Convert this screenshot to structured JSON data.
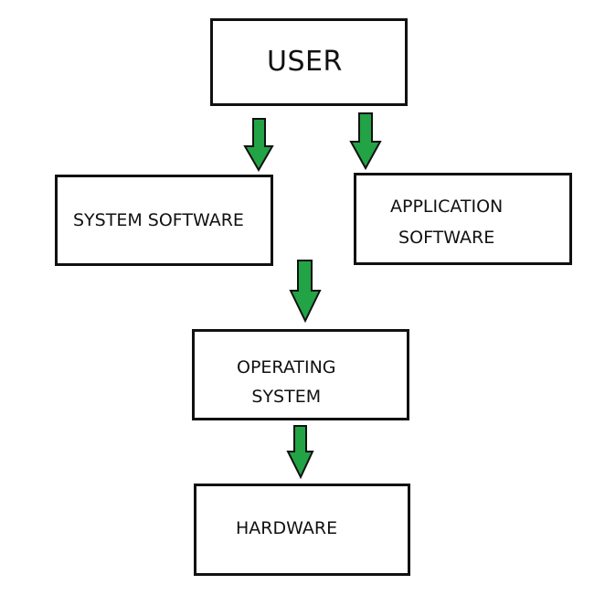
{
  "diagram": {
    "nodes": {
      "user": {
        "label": "USER"
      },
      "system_software": {
        "label": "SYSTEM SOFTWARE"
      },
      "application_software": {
        "lines": [
          "APPLICATION",
          "SOFTWARE"
        ]
      },
      "operating_system": {
        "lines": [
          "OPERATING",
          "SYSTEM"
        ]
      },
      "hardware": {
        "label": "HARDWARE"
      }
    },
    "edges": [
      {
        "from": "USER",
        "to": "SYSTEM SOFTWARE"
      },
      {
        "from": "USER",
        "to": "APPLICATION SOFTWARE"
      },
      {
        "from": "SYSTEM SOFTWARE",
        "to": "OPERATING SYSTEM"
      },
      {
        "from": "OPERATING SYSTEM",
        "to": "HARDWARE"
      }
    ],
    "colors": {
      "arrow_fill": "#22a345",
      "arrow_stroke": "#111111",
      "box_border": "#111111",
      "text": "#111111",
      "background": "#ffffff"
    }
  }
}
